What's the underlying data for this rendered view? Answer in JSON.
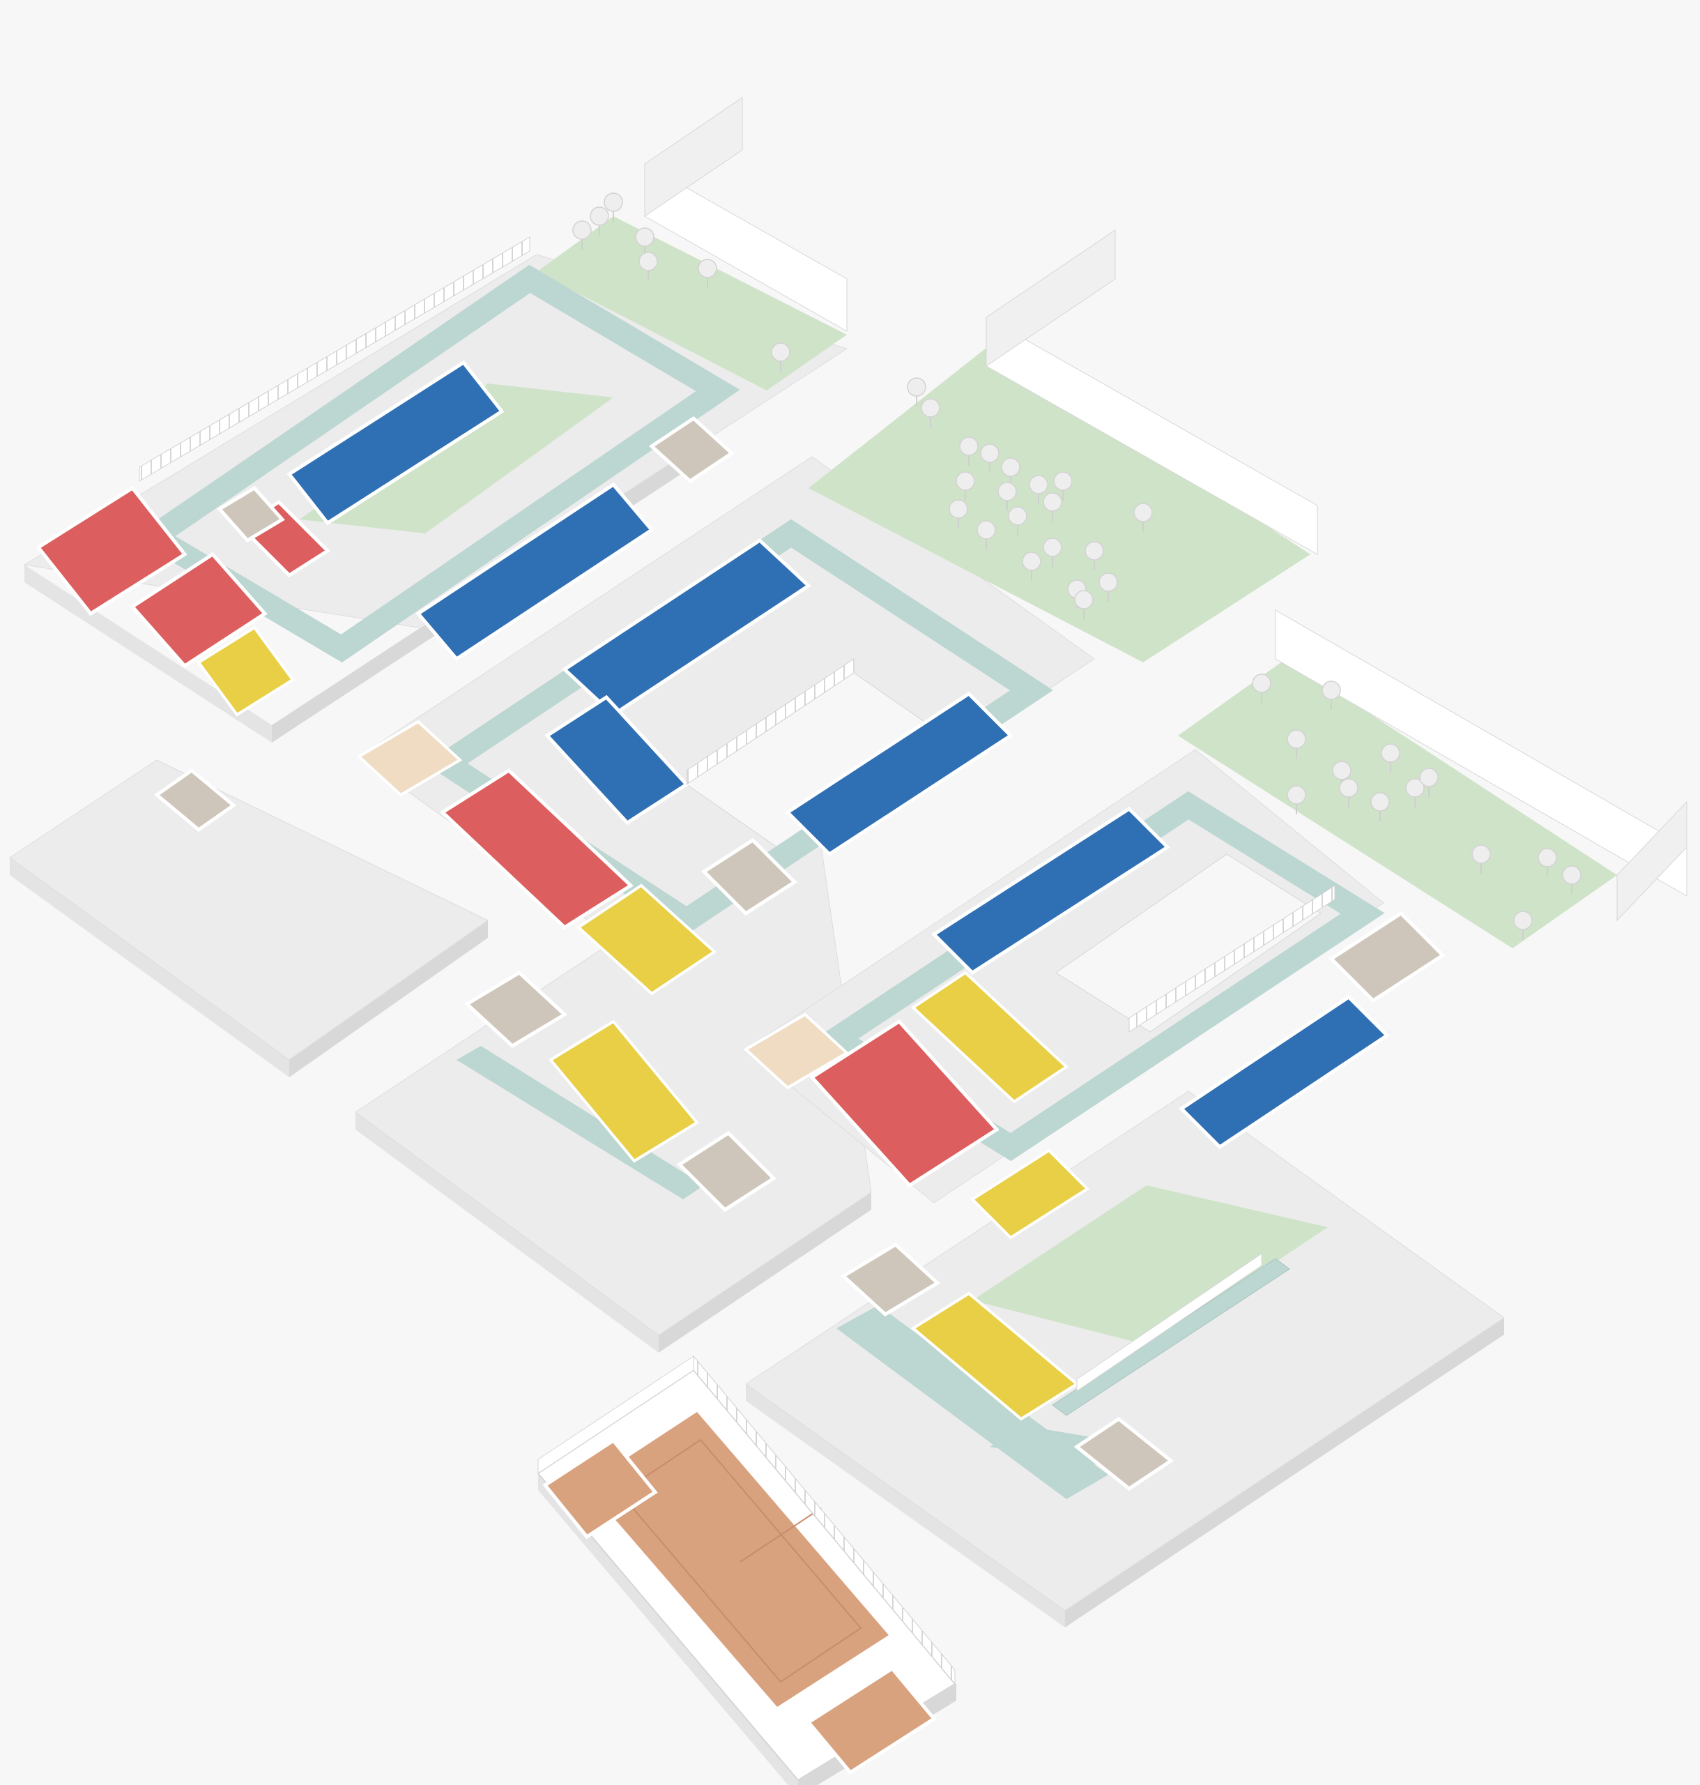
{
  "diagram": {
    "type": "exploded isometric building floor plans",
    "text_labels": [],
    "colors": {
      "background": "#f7f7f7",
      "slab": "#ececec",
      "wall": "#ffffff",
      "wall_shade": "#e2e2e2",
      "corridor": "#bcd6d1",
      "garden": "#cfe3c8",
      "classroom": "#2f6fb3",
      "dining_room": "#dc5e5e",
      "activity_room": "#e8cf45",
      "service": "#cfc6bb",
      "entrance": "#efdcc2",
      "sports_hall": "#d9a27f",
      "tree": "#eeeeee"
    },
    "levels": [
      {
        "id": "level-top",
        "spaces": [
          "garden",
          "corridor",
          "classroom",
          "dining_room",
          "activity_room",
          "service"
        ]
      },
      {
        "id": "level-upper",
        "spaces": [
          "garden",
          "corridor",
          "classroom",
          "dining_room",
          "activity_room",
          "service",
          "entrance"
        ]
      },
      {
        "id": "level-middle",
        "spaces": [
          "garden",
          "corridor",
          "classroom",
          "dining_room",
          "activity_room",
          "service",
          "entrance"
        ]
      },
      {
        "id": "level-ground",
        "spaces": [
          "garden",
          "corridor",
          "activity_room",
          "service",
          "stair"
        ]
      },
      {
        "id": "level-basement",
        "spaces": [
          "sports_hall",
          "service"
        ]
      }
    ]
  }
}
